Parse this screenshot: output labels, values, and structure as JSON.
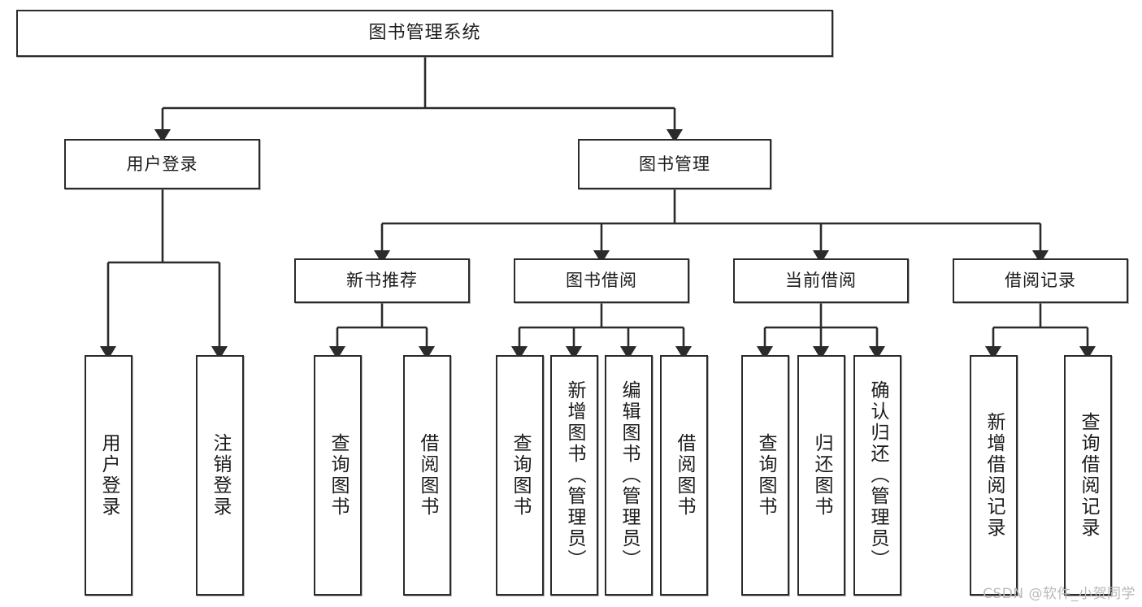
{
  "diagram": {
    "title": "图书管理系统",
    "type": "tree",
    "watermark": "CSDN @软件_小贺同学",
    "colors": {
      "box_border": "#2b2b2b",
      "box_fill": "#ffffff",
      "edge": "#2b2b2b",
      "text": "#1b1b1b",
      "watermark": "#b9b9b9"
    },
    "levels": [
      {
        "level": 1,
        "nodes": [
          {
            "id": "root",
            "label": "图书管理系统",
            "orientation": "horizontal"
          }
        ]
      },
      {
        "level": 2,
        "nodes": [
          {
            "id": "login",
            "label": "用户登录",
            "orientation": "horizontal",
            "parent": "root"
          },
          {
            "id": "bookmgmt",
            "label": "图书管理",
            "orientation": "horizontal",
            "parent": "root"
          }
        ]
      },
      {
        "level": 3,
        "nodes": [
          {
            "id": "newbook",
            "label": "新书推荐",
            "orientation": "horizontal",
            "parent": "bookmgmt"
          },
          {
            "id": "borrow",
            "label": "图书借阅",
            "orientation": "horizontal",
            "parent": "bookmgmt"
          },
          {
            "id": "current",
            "label": "当前借阅",
            "orientation": "horizontal",
            "parent": "bookmgmt"
          },
          {
            "id": "records",
            "label": "借阅记录",
            "orientation": "horizontal",
            "parent": "bookmgmt"
          }
        ]
      },
      {
        "level": 4,
        "nodes": [
          {
            "id": "leaf1",
            "label": "用户登录",
            "orientation": "vertical",
            "parent": "login"
          },
          {
            "id": "leaf2",
            "label": "注销登录",
            "orientation": "vertical",
            "parent": "login"
          },
          {
            "id": "leaf3",
            "label": "查询图书",
            "orientation": "vertical",
            "parent": "newbook"
          },
          {
            "id": "leaf4",
            "label": "借阅图书",
            "orientation": "vertical",
            "parent": "newbook"
          },
          {
            "id": "leaf5",
            "label": "查询图书",
            "orientation": "vertical",
            "parent": "borrow"
          },
          {
            "id": "leaf6",
            "label": "新增图书（管理员）",
            "orientation": "vertical",
            "parent": "borrow"
          },
          {
            "id": "leaf7",
            "label": "编辑图书（管理员）",
            "orientation": "vertical",
            "parent": "borrow"
          },
          {
            "id": "leaf8",
            "label": "借阅图书",
            "orientation": "vertical",
            "parent": "borrow"
          },
          {
            "id": "leaf9",
            "label": "查询图书",
            "orientation": "vertical",
            "parent": "current"
          },
          {
            "id": "leaf10",
            "label": "归还图书",
            "orientation": "vertical",
            "parent": "current"
          },
          {
            "id": "leaf11",
            "label": "确认归还（管理员）",
            "orientation": "vertical",
            "parent": "current"
          },
          {
            "id": "leaf12",
            "label": "新增借阅记录",
            "orientation": "vertical",
            "parent": "records"
          },
          {
            "id": "leaf13",
            "label": "查询借阅记录",
            "orientation": "vertical",
            "parent": "records"
          }
        ]
      }
    ]
  }
}
